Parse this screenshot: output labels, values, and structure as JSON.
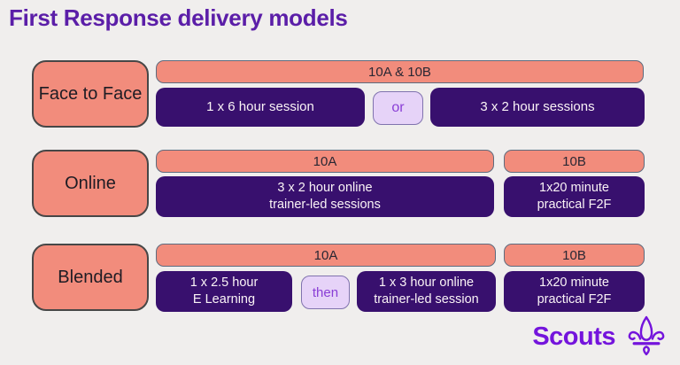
{
  "title": "First Response delivery models",
  "rows": {
    "face_to_face": {
      "label": "Face to Face",
      "bar": "10A & 10B",
      "option1": "1 x 6 hour session",
      "connector": "or",
      "option2": "3 x 2 hour sessions"
    },
    "online": {
      "label": "Online",
      "bar_a": "10A",
      "bar_b": "10B",
      "session_a": "3 x 2 hour online\ntrainer-led sessions",
      "session_b": "1x20 minute\npractical F2F"
    },
    "blended": {
      "label": "Blended",
      "bar_a": "10A",
      "bar_b": "10B",
      "step1": "1 x 2.5 hour\nE Learning",
      "connector": "then",
      "step2": "1 x 3 hour online\ntrainer-led session",
      "session_b": "1x20 minute\npractical F2F"
    }
  },
  "logo": {
    "text": "Scouts",
    "icon": "fleur-de-lis-icon"
  },
  "colors": {
    "background": "#f0eeed",
    "salmon": "#f28c7c",
    "dark_purple": "#38106e",
    "lavender": "#e6d3f8",
    "title_purple": "#5b1ea8",
    "brand_purple": "#7414dc"
  }
}
